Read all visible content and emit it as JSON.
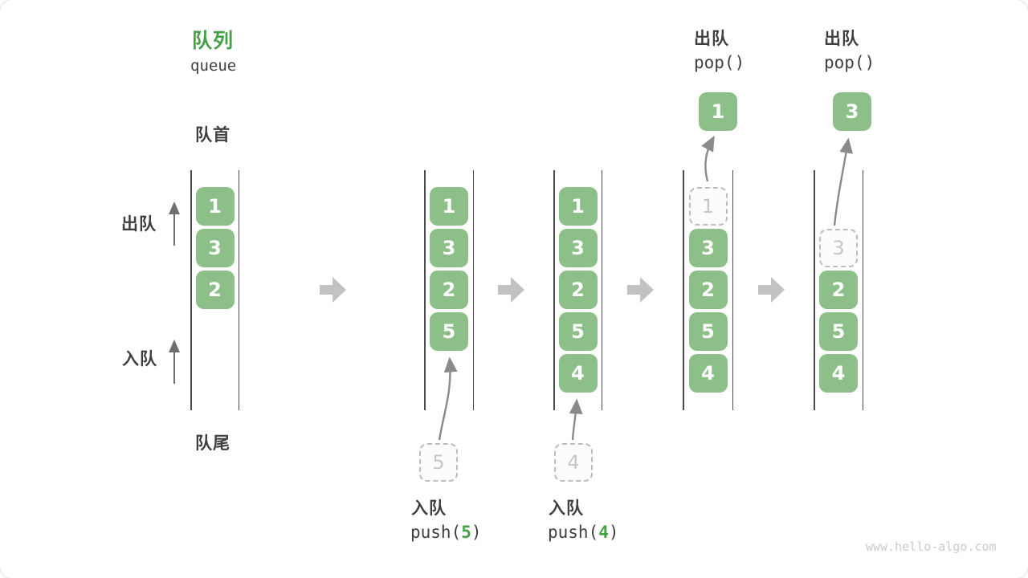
{
  "colors": {
    "accent_green": "#43A047",
    "box_green": "#8DBF88",
    "text_dark": "#3F3F3F",
    "ghost_border": "#BDBDBD",
    "ghost_text": "#C6C6C6",
    "step_arrow_gray": "#C2C2C2",
    "flow_arrow_gray": "#8A8A8A",
    "rail_gray": "#4B4B4B"
  },
  "header": {
    "title": "队列",
    "subtitle": "queue"
  },
  "labels": {
    "front": "队首",
    "rear": "队尾",
    "dequeue_side": "出队",
    "enqueue_side": "入队"
  },
  "states": [
    {
      "slots": [
        {
          "v": "1"
        },
        {
          "v": "3"
        },
        {
          "v": "2"
        }
      ]
    },
    {
      "slots": [
        {
          "v": "1"
        },
        {
          "v": "3"
        },
        {
          "v": "2"
        },
        {
          "v": "5"
        }
      ]
    },
    {
      "slots": [
        {
          "v": "1"
        },
        {
          "v": "3"
        },
        {
          "v": "2"
        },
        {
          "v": "5"
        },
        {
          "v": "4"
        }
      ]
    },
    {
      "slots": [
        {
          "v": "1",
          "ghost": true
        },
        {
          "v": "3"
        },
        {
          "v": "2"
        },
        {
          "v": "5"
        },
        {
          "v": "4"
        }
      ]
    },
    {
      "slots": [
        {
          "v": "3",
          "ghost": true
        },
        {
          "v": "2"
        },
        {
          "v": "5"
        },
        {
          "v": "4"
        }
      ]
    }
  ],
  "operations": {
    "push_5": {
      "label": "入队",
      "code_prefix": "push(",
      "arg": "5",
      "code_suffix": ")",
      "staged_value": "5"
    },
    "push_4": {
      "label": "入队",
      "code_prefix": "push(",
      "arg": "4",
      "code_suffix": ")",
      "staged_value": "4"
    },
    "pop_first": {
      "label": "出队",
      "code": "pop()",
      "popped_value": "1"
    },
    "pop_second": {
      "label": "出队",
      "code": "pop()",
      "popped_value": "3"
    }
  },
  "watermark": "www.hello-algo.com"
}
